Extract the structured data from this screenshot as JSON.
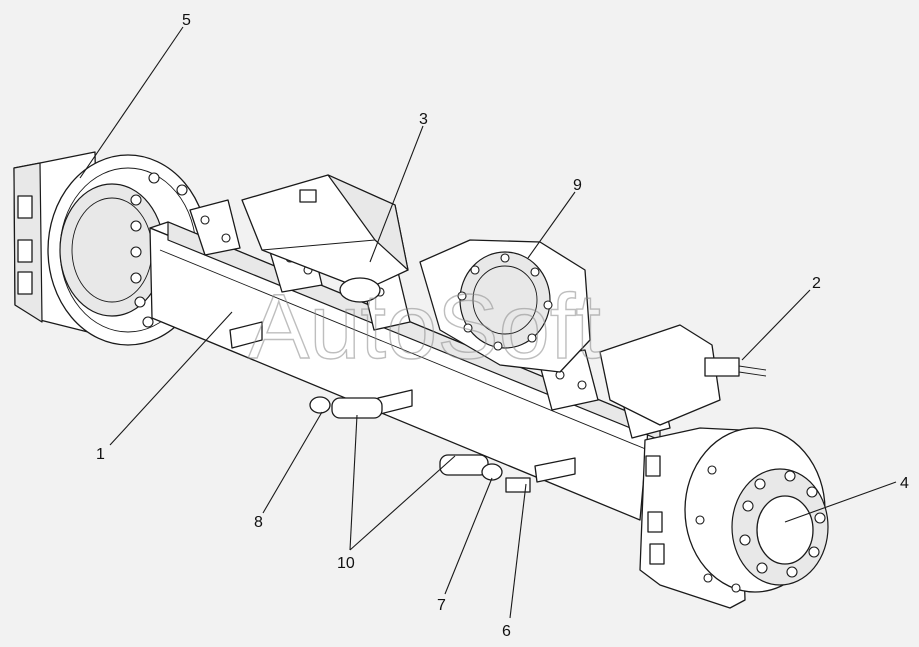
{
  "watermark": "AutoSoft",
  "callouts": [
    {
      "id": "1",
      "label": "1"
    },
    {
      "id": "2",
      "label": "2"
    },
    {
      "id": "3",
      "label": "3"
    },
    {
      "id": "4",
      "label": "4"
    },
    {
      "id": "5",
      "label": "5"
    },
    {
      "id": "6",
      "label": "6"
    },
    {
      "id": "7",
      "label": "7"
    },
    {
      "id": "8",
      "label": "8"
    },
    {
      "id": "9",
      "label": "9"
    },
    {
      "id": "10",
      "label": "10"
    }
  ],
  "colors": {
    "background": "#f2f2f2",
    "line": "#1a1a1a",
    "fill": "#ffffff",
    "watermark": "#8a8a8a"
  }
}
